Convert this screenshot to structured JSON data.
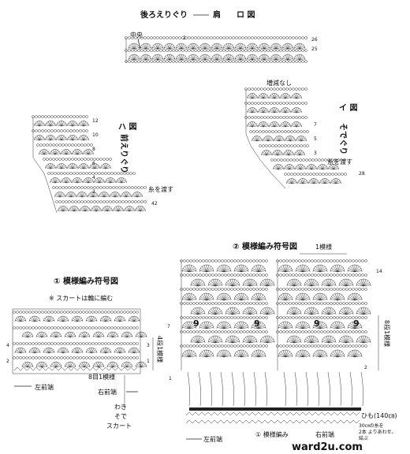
{
  "diagram_c": {
    "title": "後ろえりぐり",
    "arrow_label": "肩",
    "marker": "ロ 図",
    "center_label": "中央",
    "row_labels": [
      "2",
      "26",
      "25"
    ]
  },
  "diagram_b": {
    "title": "そでぐり",
    "marker": "イ 図",
    "note_top": "増減なし",
    "note_yarn": "糸を渡す",
    "row_labels": [
      "7",
      "5",
      "3",
      "28"
    ]
  },
  "diagram_a": {
    "title": "前えりぐり",
    "marker": "ハ 図",
    "note_yarn": "糸を渡す",
    "row_labels": [
      "12",
      "10",
      "8",
      "6",
      "4",
      "2",
      "42"
    ]
  },
  "pattern1": {
    "title": "① 模様編み符号図",
    "note": "※ スカートは輪に編む",
    "repeat_label": "8目1模様",
    "left_front": "左前端",
    "right_front": "右前端",
    "side_labels": [
      "わき",
      "そで",
      "スカート"
    ],
    "rows_label": "4段1模様",
    "row_labels": [
      "4",
      "2",
      "3",
      "1"
    ]
  },
  "pattern2": {
    "title": "② 模様編み符号図",
    "repeat_label": "1模様",
    "rows_label": "8段1模様",
    "row_labels": [
      "14",
      "7",
      "1",
      "2"
    ],
    "tie_label": "ひも(140㎝)",
    "tie_note": "30㎝の糸を\n2本 よりあわせ、\n結ぶ",
    "bottom_left": "左前端",
    "bottom_right": "右前端",
    "bottom_pattern": "① 模様編み",
    "nine_labels": [
      "9",
      "9",
      "9",
      "9"
    ]
  },
  "watermark": "ward2u.com"
}
